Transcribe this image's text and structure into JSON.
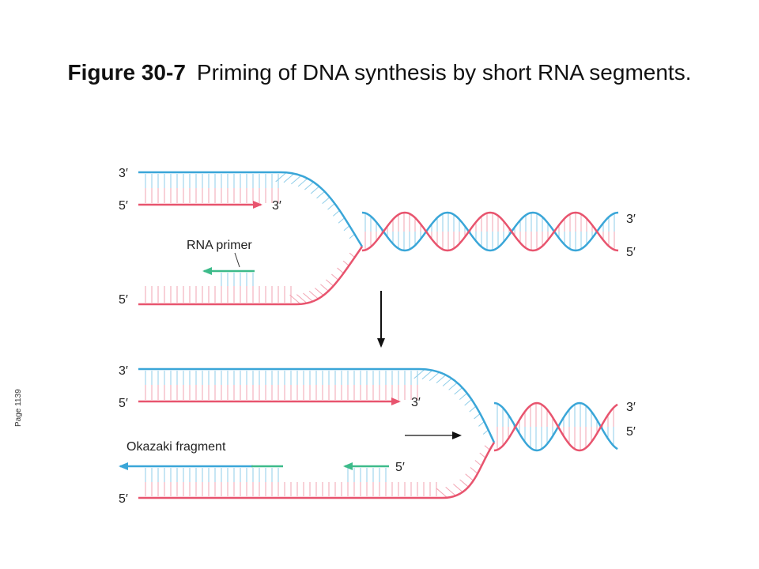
{
  "title": {
    "figure_number": "Figure 30-7",
    "caption": "Priming of DNA synthesis by short RNA segments."
  },
  "page_label": "Page 1139",
  "colors": {
    "strand_blue": "#3aa6d8",
    "strand_red": "#e8546e",
    "rna_green": "#3dbb8a",
    "rung_blue": "#8fcde8",
    "rung_red": "#f2a3b2"
  },
  "top_panel": {
    "labels": {
      "left_3prime": "3′",
      "left_5prime_upper": "5′",
      "leading_end": "3′",
      "rna_primer": "RNA primer",
      "left_5prime_lower": "5′",
      "right_3prime": "3′",
      "right_5prime": "5′"
    }
  },
  "bottom_panel": {
    "labels": {
      "left_3prime": "3′",
      "left_5prime_upper": "5′",
      "leading_end": "3′",
      "okazaki_fragment": "Okazaki fragment",
      "primer_5prime": "5′",
      "left_5prime_lower": "5′",
      "right_3prime": "3′",
      "right_5prime": "5′"
    }
  }
}
